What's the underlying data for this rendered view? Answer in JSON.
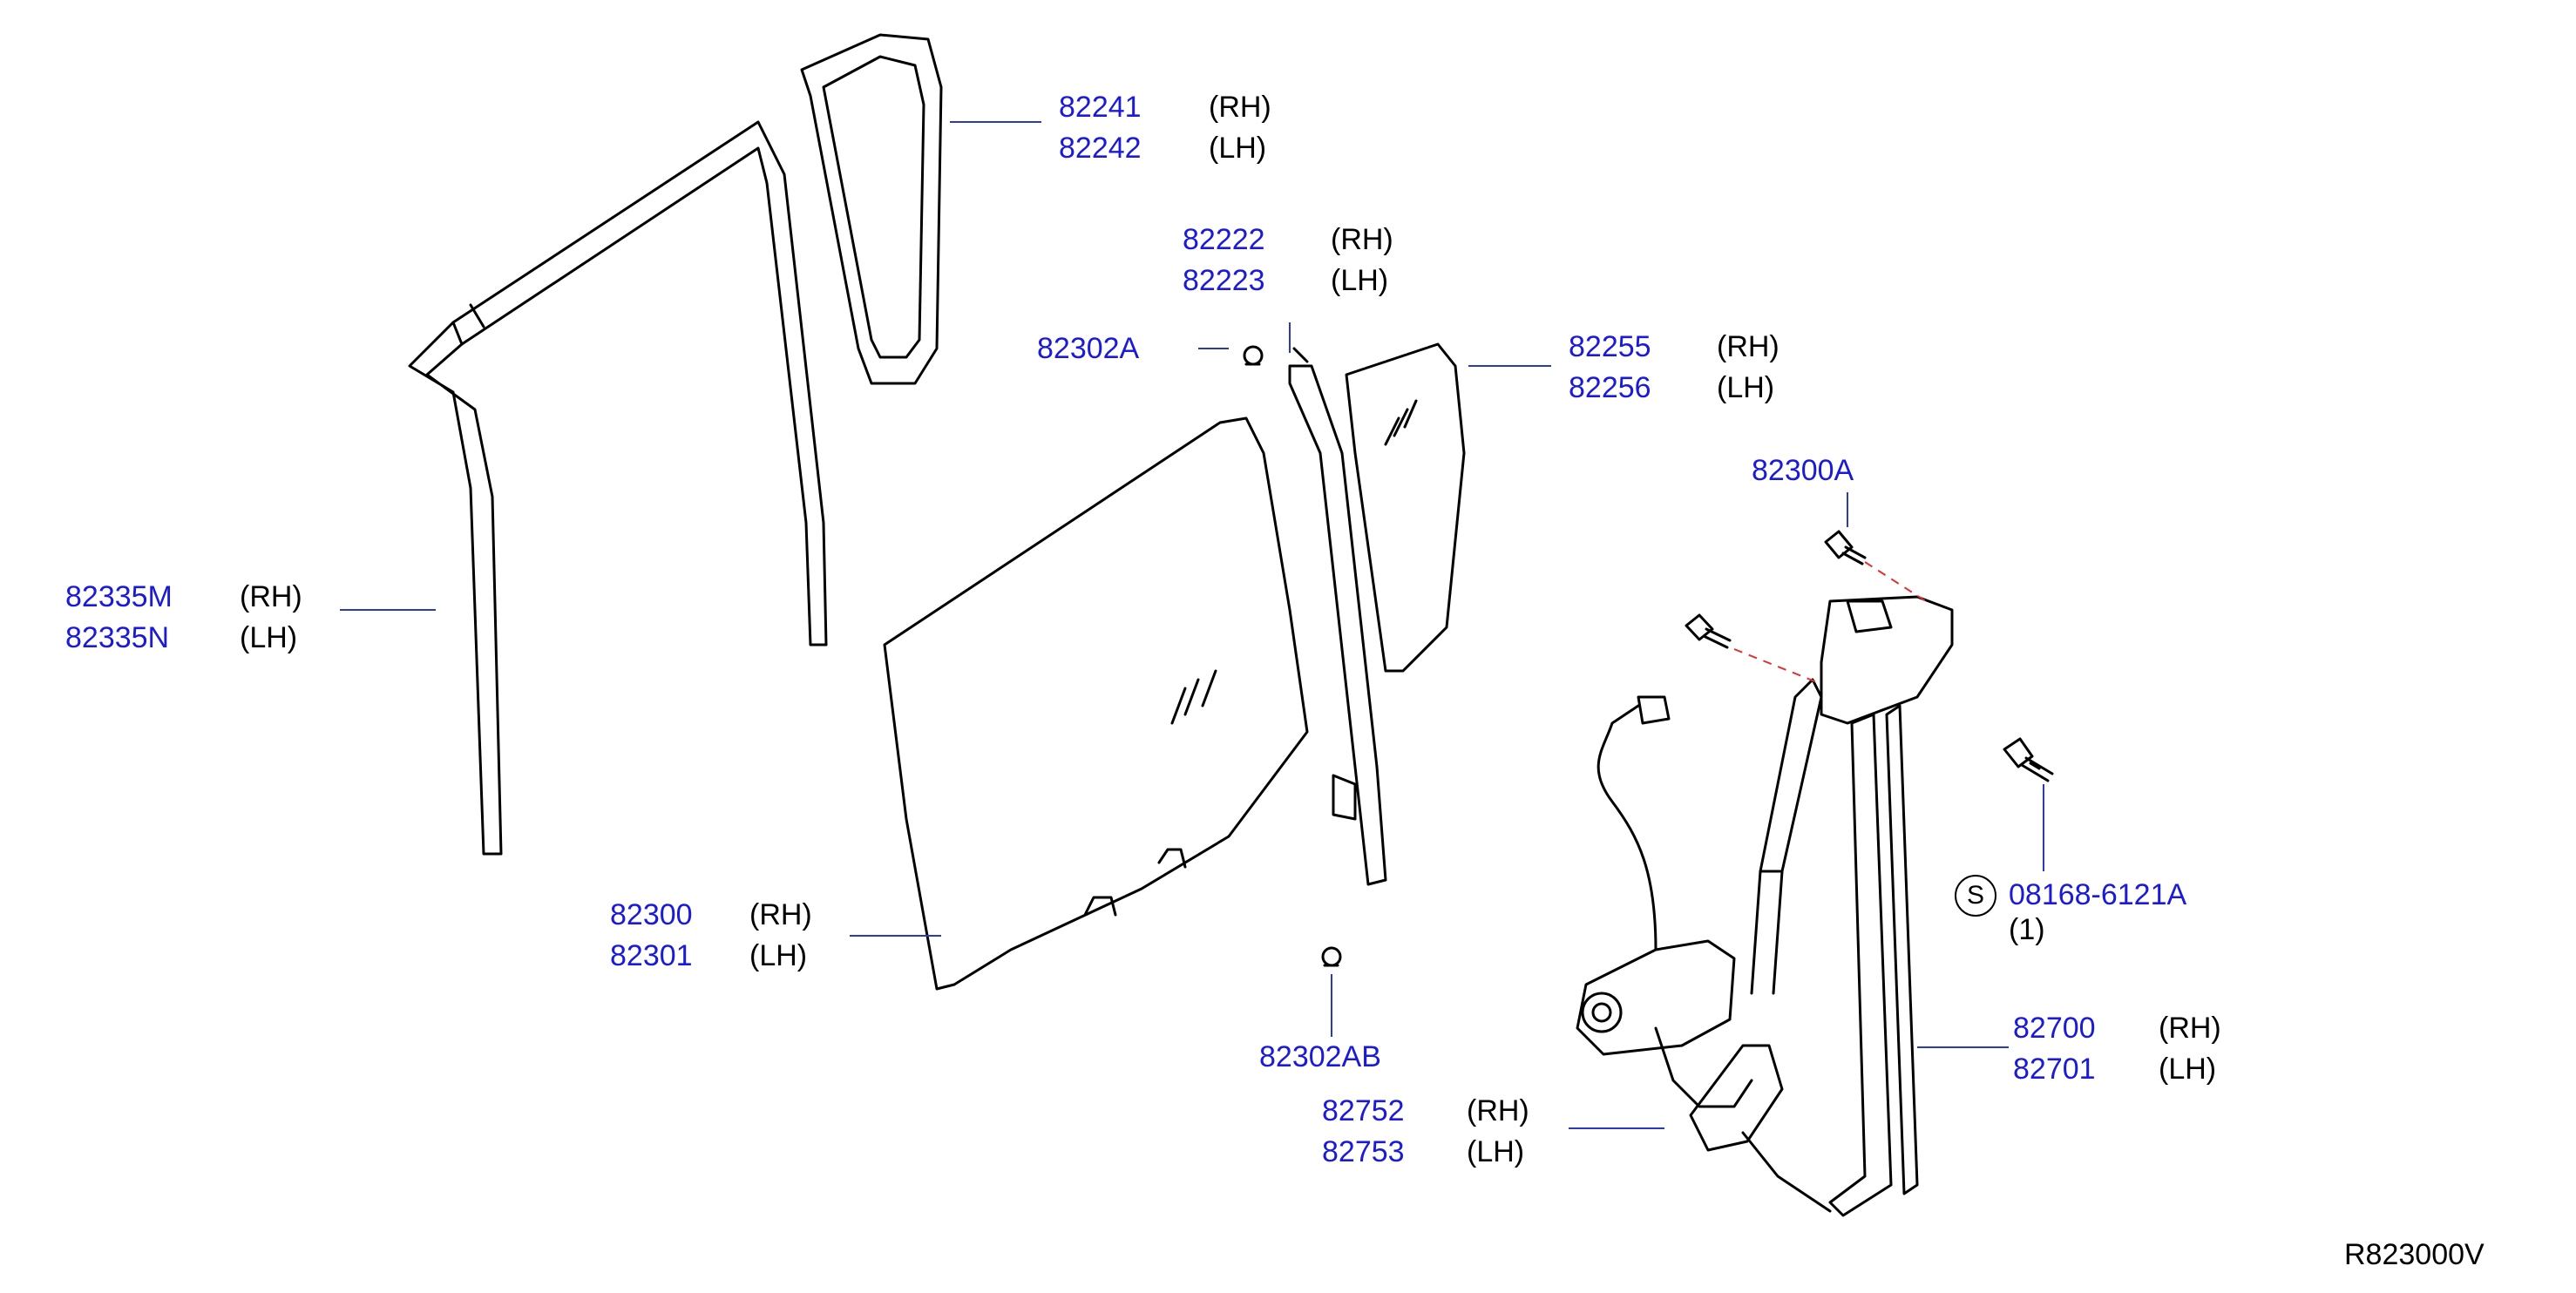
{
  "colors": {
    "part_number": "#1a1ad8",
    "leader": "#2a3ab8",
    "dashed": "#e03030",
    "text": "#000000"
  },
  "parts": {
    "p82241": {
      "rh": "82241",
      "lh": "82242",
      "rh_side": "(RH)",
      "lh_side": "(LH)"
    },
    "p82222": {
      "rh": "82222",
      "lh": "82223",
      "rh_side": "(RH)",
      "lh_side": "(LH)"
    },
    "p82302A": {
      "num": "82302A"
    },
    "p82255": {
      "rh": "82255",
      "lh": "82256",
      "rh_side": "(RH)",
      "lh_side": "(LH)"
    },
    "p82300A": {
      "num": "82300A"
    },
    "p82335M": {
      "rh": "82335M",
      "lh": "82335N",
      "rh_side": "(RH)",
      "lh_side": "(LH)"
    },
    "p08168": {
      "symbol": "S",
      "num": "08168-6121A",
      "qty": "(1)"
    },
    "p82300": {
      "rh": "82300",
      "lh": "82301",
      "rh_side": "(RH)",
      "lh_side": "(LH)"
    },
    "p82302AB": {
      "num": "82302AB"
    },
    "p82700": {
      "rh": "82700",
      "lh": "82701",
      "rh_side": "(RH)",
      "lh_side": "(LH)"
    },
    "p82752": {
      "rh": "82752",
      "lh": "82753",
      "rh_side": "(RH)",
      "lh_side": "(LH)"
    }
  },
  "diagram_id": "R823000V"
}
